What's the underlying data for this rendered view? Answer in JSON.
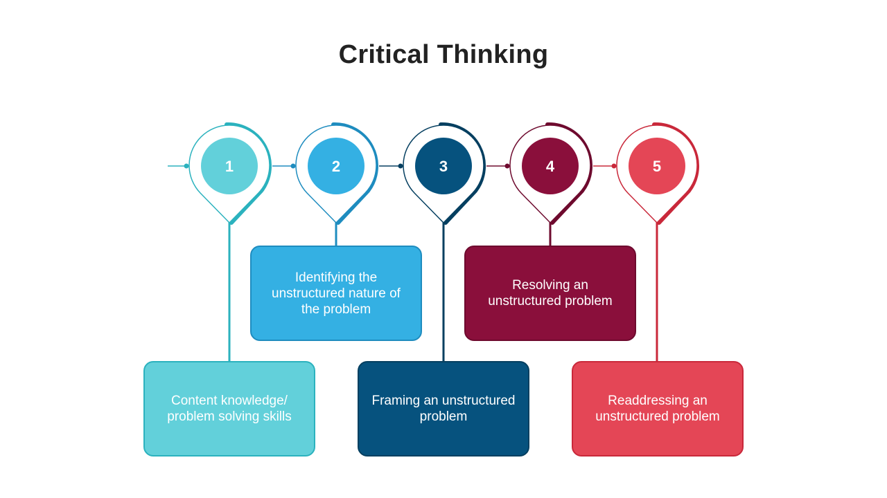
{
  "title": "Critical Thinking",
  "steps": [
    {
      "number": "1",
      "text": "Content knowledge/ problem solving skills",
      "color": "#62D0DA",
      "dark": "#2BB2BE"
    },
    {
      "number": "2",
      "text": "Identifying the unstructured nature of the problem",
      "color": "#34B0E3",
      "dark": "#1E8CBF"
    },
    {
      "number": "3",
      "text": "Framing an unstructured problem",
      "color": "#06527E",
      "dark": "#053F60"
    },
    {
      "number": "4",
      "text": "Resolving an unstructured problem",
      "color": "#8A0F3B",
      "dark": "#6E0A2E"
    },
    {
      "number": "5",
      "text": "Readdressing an unstructured problem",
      "color": "#E44656",
      "dark": "#C9283A"
    }
  ]
}
